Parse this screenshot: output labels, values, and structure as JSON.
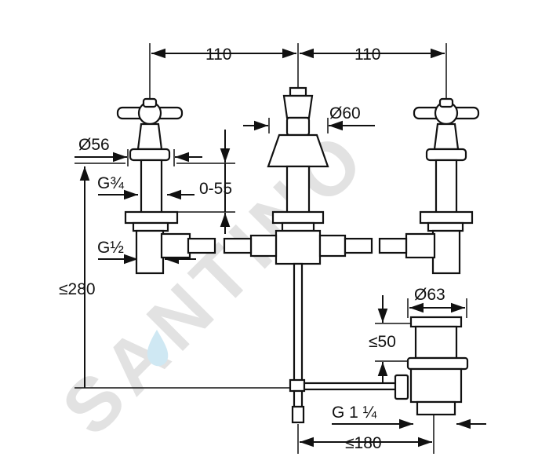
{
  "watermark": {
    "text": "SANTINO",
    "color": "#e2e2e2",
    "drop_color": "#cfe8f3"
  },
  "dimensions": {
    "spacing_left": "110",
    "spacing_right": "110",
    "handle_diameter": "Ø56",
    "spout_diameter": "Ø60",
    "thread_upper": "G¾",
    "thread_lower": "G½",
    "deck_thickness": "0-55",
    "max_height": "≤280",
    "waste_diameter": "Ø63",
    "waste_height": "≤50",
    "waste_thread": "G 1 ¼",
    "max_depth": "≤180"
  },
  "colors": {
    "line": "#111111",
    "background": "#ffffff"
  }
}
